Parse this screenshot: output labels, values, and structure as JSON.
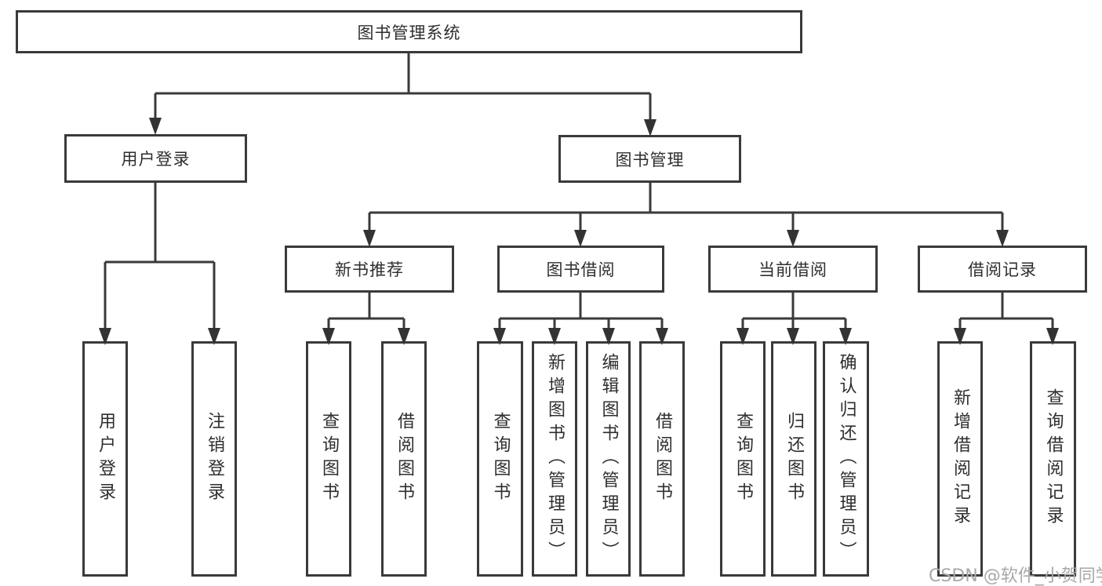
{
  "diagram": {
    "title": "图书管理系统",
    "colors": {
      "background": "#ffffff",
      "line": "#3a3a3a",
      "box_border": "#3a3a3a",
      "text": "#2e2e2e",
      "watermark": "#a8a8a8"
    },
    "watermark": {
      "text": "CSDN @软件_小贺同学"
    },
    "nodes": {
      "root": {
        "label": "图书管理系统",
        "children": [
          "user_login",
          "book_mgmt"
        ]
      },
      "user_login": {
        "label": "用户登录",
        "children": [
          "leaf_user_login",
          "leaf_logout"
        ]
      },
      "book_mgmt": {
        "label": "图书管理",
        "children": [
          "new_book_rec",
          "book_borrow",
          "current_borrow",
          "borrow_records"
        ]
      },
      "leaf_user_login": {
        "label": "用户登录"
      },
      "leaf_logout": {
        "label": "注销登录"
      },
      "new_book_rec": {
        "label": "新书推荐",
        "children": [
          "rec_query_books",
          "rec_borrow_books"
        ]
      },
      "book_borrow": {
        "label": "图书借阅",
        "children": [
          "bb_query_books",
          "bb_add_books",
          "bb_edit_books",
          "bb_borrow_books"
        ]
      },
      "current_borrow": {
        "label": "当前借阅",
        "children": [
          "cb_query_books",
          "cb_return_books",
          "cb_confirm_return"
        ]
      },
      "borrow_records": {
        "label": "借阅记录",
        "children": [
          "br_add_record",
          "br_query_record"
        ]
      },
      "rec_query_books": {
        "label": "查询图书"
      },
      "rec_borrow_books": {
        "label": "借阅图书"
      },
      "bb_query_books": {
        "label": "查询图书"
      },
      "bb_add_books": {
        "label": "新增图书（管理员）"
      },
      "bb_edit_books": {
        "label": "编辑图书（管理员）"
      },
      "bb_borrow_books": {
        "label": "借阅图书"
      },
      "cb_query_books": {
        "label": "查询图书"
      },
      "cb_return_books": {
        "label": "归还图书"
      },
      "cb_confirm_return": {
        "label": "确认归还（管理员）"
      },
      "br_add_record": {
        "label": "新增借阅记录"
      },
      "br_query_record": {
        "label": "查询借阅记录"
      }
    }
  }
}
